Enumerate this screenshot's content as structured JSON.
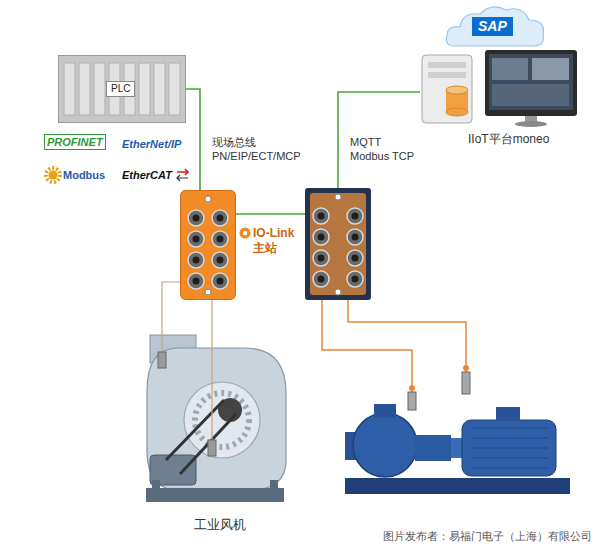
{
  "diagram": {
    "caption": "图片发布者：易福门电子（上海）有限公司",
    "nodes": [
      {
        "text": [
          "PLC"
        ]
      },
      {
        "text": [
          "现场总线 PN/EIP/ECT/MCP"
        ]
      },
      {
        "text": [
          "MQTT Modbus TCP"
        ]
      },
      {
        "text": [
          "IIoT平台moneo"
        ]
      },
      {
        "text": [
          "工业风机"
        ]
      }
    ],
    "edges": [
      {
        "from": 0,
        "to": 1,
        "arrow": "none"
      },
      {
        "from": 1,
        "to": 2,
        "label": "IO-Link 主站",
        "arrow": "none"
      },
      {
        "from": 2,
        "to": 3,
        "arrow": "none"
      },
      {
        "from": 1,
        "to": 4,
        "arrow": "none"
      },
      {
        "from": 1,
        "to": 4,
        "arrow": "none"
      }
    ],
    "labels": [
      "PROFINET",
      "EtherNet/IP",
      "Modbus",
      "EtherCAT",
      "SAP"
    ]
  }
}
